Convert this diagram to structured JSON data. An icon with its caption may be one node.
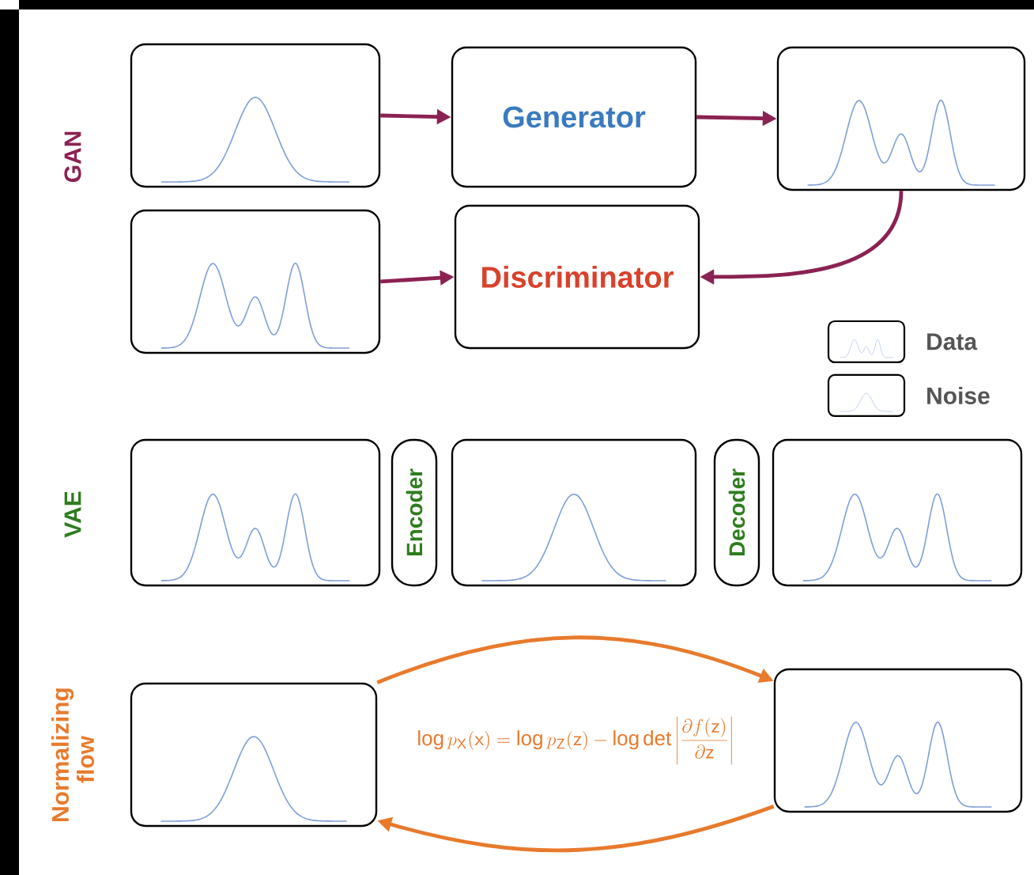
{
  "diagram": {
    "nodes": [
      {
        "text": [],
        "shape": "picture"
      },
      {
        "text": [
          "Generator"
        ]
      },
      {
        "text": [],
        "shape": "picture"
      },
      {
        "text": [],
        "shape": "picture"
      },
      {
        "text": [
          "Discriminator"
        ]
      },
      {
        "text": [],
        "shape": "picture"
      },
      {
        "text": [
          "Encoder"
        ]
      },
      {
        "text": [],
        "shape": "picture"
      },
      {
        "text": [
          "Decoder"
        ]
      },
      {
        "text": [],
        "shape": "picture"
      },
      {
        "text": [],
        "shape": "picture"
      },
      {
        "text": [],
        "shape": "picture"
      }
    ],
    "edges": [
      {
        "from": 0,
        "to": 1,
        "arrow": "to"
      },
      {
        "from": 1,
        "to": 2,
        "arrow": "to"
      },
      {
        "from": 2,
        "to": 4,
        "arrow": "to"
      },
      {
        "from": 3,
        "to": 4,
        "arrow": "to"
      },
      {
        "from": 10,
        "to": 11,
        "arrow": "to",
        "color": "#e87a2c"
      },
      {
        "from": 11,
        "to": 10,
        "arrow": "to",
        "color": "#e87a2c"
      }
    ],
    "labels": [
      "GAN",
      "VAE",
      "Normalizing flow",
      "\\log p_{\\mathsf{X}}(\\mathsf{x}) = \\log p_{\\mathsf{Z}}(\\mathsf{z}) - \\log\\det\\left|\\frac{\\partial f(\\mathsf{z})}{\\partial \\mathsf{z}}\\right|"
    ],
    "legend": [
      {
        "text": "Data"
      },
      {
        "text": "Noise"
      }
    ]
  }
}
